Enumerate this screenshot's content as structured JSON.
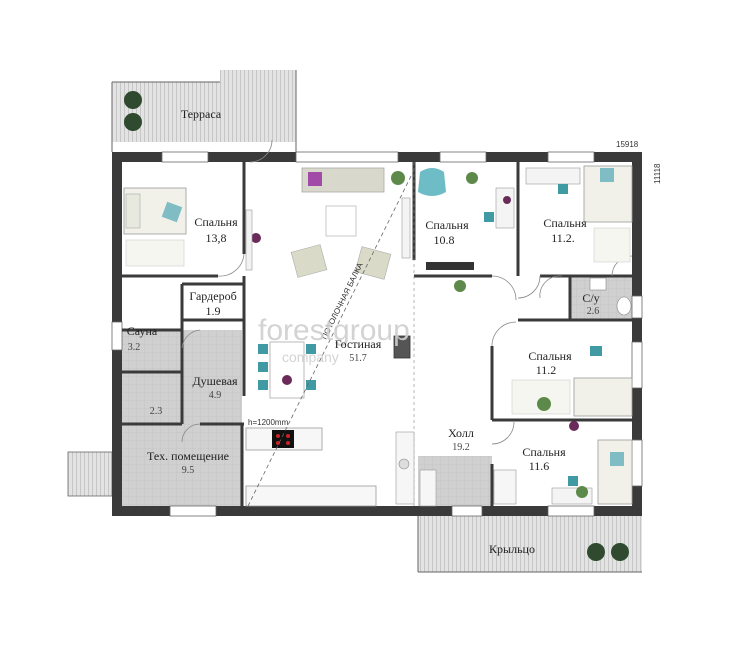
{
  "dimensions": {
    "width": "15918",
    "height": "11118"
  },
  "rooms": {
    "terrace": {
      "name": "Терраса",
      "area": ""
    },
    "bedroom1": {
      "name": "Спальня",
      "area": "13,8"
    },
    "wardrobe": {
      "name": "Гардероб",
      "area": "1.9"
    },
    "sauna": {
      "name": "Сауна",
      "area": "3.2"
    },
    "washroom": {
      "name": "",
      "area": "2.3"
    },
    "shower": {
      "name": "Душевая",
      "area": "4.9"
    },
    "tech": {
      "name": "Тех. помещение",
      "area": "9.5"
    },
    "living": {
      "name": "Гостиная",
      "area": "51.7"
    },
    "bedroom2": {
      "name": "Спальня",
      "area": "10.8"
    },
    "bedroom3": {
      "name": "Спальня",
      "area": "11.2."
    },
    "wc": {
      "name": "С/у",
      "area": "2.6"
    },
    "bedroom4": {
      "name": "Спальня",
      "area": "11.2"
    },
    "hall": {
      "name": "Холл",
      "area": "19.2"
    },
    "bedroom5": {
      "name": "Спальня",
      "area": "11.6"
    },
    "porch": {
      "name": "Крыльцо",
      "area": ""
    }
  },
  "notes": {
    "counter_height": "h=1200mm",
    "beam": "ПОТОЛОЧНАЯ БАЛКА"
  },
  "watermark": {
    "brand": "forestgroup",
    "sub": "company"
  },
  "colors": {
    "wall": "#3a3a3a",
    "wet_zone": "#cfcfcf",
    "deck": "#bdbdbd",
    "accent": "#5ab0b8"
  }
}
